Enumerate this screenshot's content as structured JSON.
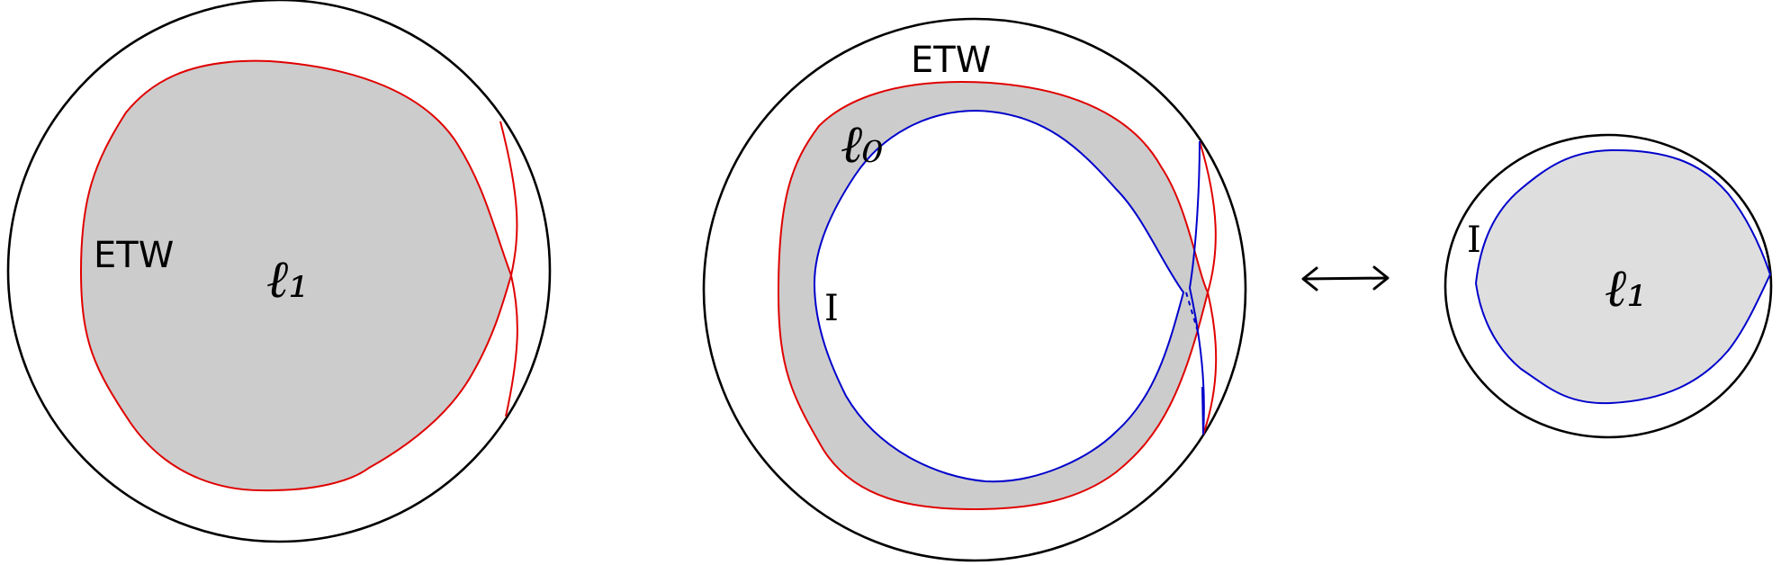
{
  "colors": {
    "boundary": "#000000",
    "etw_curve": "#e00000",
    "interface_curve": "#0000cc",
    "shade_dark": "#cccccc",
    "shade_light": "#dedede",
    "background": "#ffffff"
  },
  "panels": [
    {
      "id": "left",
      "labels": {
        "etw": "ETW",
        "hand": "ℓ₁"
      }
    },
    {
      "id": "middle",
      "labels": {
        "etw": "ETW",
        "hand": "ℓ₀",
        "interface": "I"
      }
    },
    {
      "id": "right",
      "labels": {
        "interface": "I",
        "hand": "ℓ₁"
      }
    }
  ],
  "connector": {
    "icon": "double-arrow-icon"
  }
}
